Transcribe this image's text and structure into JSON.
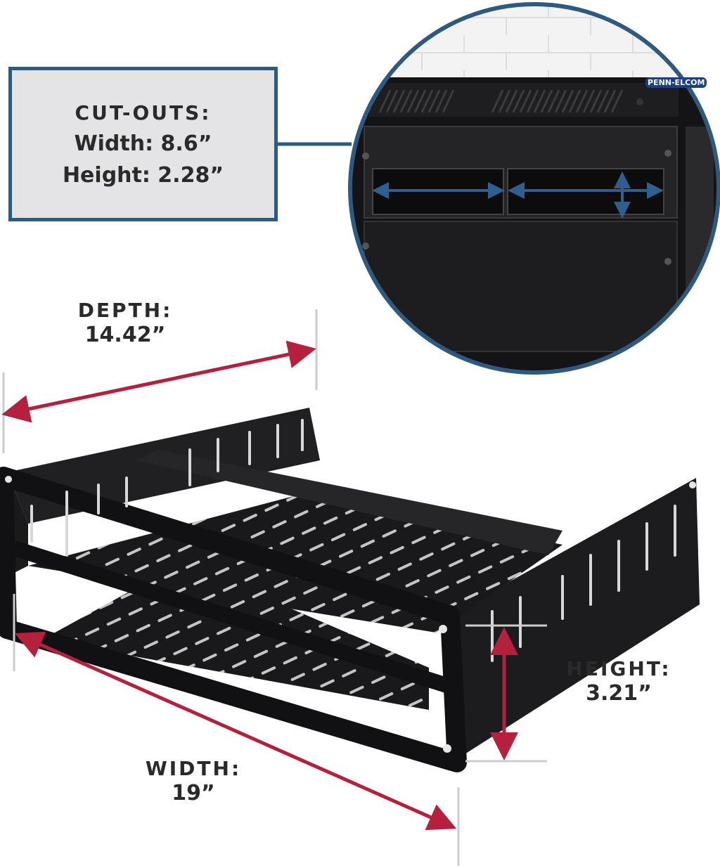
{
  "cutouts": {
    "title": "CUT-OUTS:",
    "width": "Width: 8.6”",
    "height": "Height: 2.28”"
  },
  "depth": {
    "label": "DEPTH:",
    "value": "14.42”"
  },
  "height": {
    "label": "HEIGHT:",
    "value": "3.21”"
  },
  "width": {
    "label": "WIDTH:",
    "value": "19”"
  },
  "brand": {
    "logo_text": "PENN-ELCOM"
  },
  "colors": {
    "callout_border": "#2f5a80",
    "callout_fill": "#e4e4e6",
    "dimension_arrow": "#b5203d",
    "detail_arrow": "#2f5f8e",
    "tray": "#1b1b1d",
    "text": "#2a2a2a"
  }
}
